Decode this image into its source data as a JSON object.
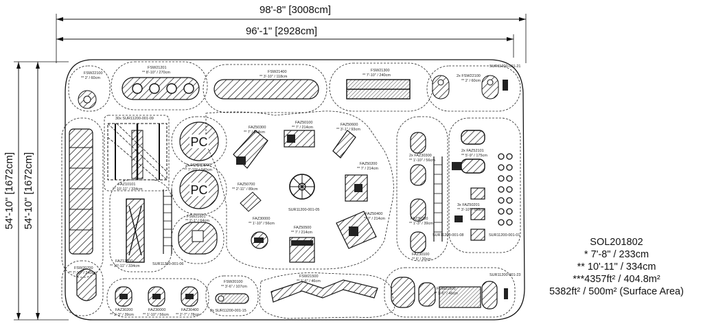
{
  "dimensions": {
    "overall_width": "98'-8\" [3008cm]",
    "inner_width": "96'-1\" [2928cm]",
    "outer_height": "54'-10\" [1672cm]",
    "inner_height": "54'-10\" [1672cm]"
  },
  "summary": {
    "code": "SOL201802",
    "line1": "* 7'-8\" / 233cm",
    "line2": "** 10'-11\" / 334cm",
    "line3": "***4357ft² / 404.8m²",
    "line4": "5382ft² / 500m² (Surface Area)"
  },
  "labels": {
    "fsw22100_tl": "FSW22100",
    "fsw22100_tl_dim": "** 2' / 60cm",
    "fsw21201": "FSW21201",
    "fsw21201_dim": "** 8'-10\" / 270cm",
    "fsw21400": "FSW21400",
    "fsw21400_dim": "** 3'-10\" / 118cm",
    "fsw21300": "FSW21300",
    "fsw21300_dim": "** 7'-10\" / 240cm",
    "fsw22100_tr": "2x FSW22100",
    "fsw22100_tr_dim": "** 2' / 60cm",
    "sur_tr": "SUR11200-001-21",
    "sur_09": "30x SUR11200-001-09",
    "faz50300": "FAZ50300",
    "faz50300_dim": "** 7' / 214cm",
    "faz50100": "FAZ50100",
    "faz50100_dim": "** 7' / 214cm",
    "faz50600": "FAZ50600",
    "faz50600_dim": "** 3'-1\" / 93cm",
    "fsy": "2x FSYR23900",
    "fsy_dim": "** 7'-10\" / 240cm",
    "faz10101": "FAZ10101",
    "faz10101_dim": "** 10'-11\" / 334cm",
    "faz50200": "FAZ50200",
    "faz50200_dim": "** 7' / 214cm",
    "faz30300": "2x FAZ30300",
    "faz30300_dim": "** 1'-10\" / 56cm",
    "faz52101": "2x FAZ52101",
    "faz52101_dim": "** 5'-9\" / 175cm",
    "faz50700": "FAZ50700",
    "faz50700_dim": "** 2'-11\" / 89cm",
    "sur_05": "SUR11200-001-05",
    "fsw21601": "FSW21601",
    "fsw21601_dim": "** 2'-1\" / 64cm",
    "faz30000": "FAZ30000",
    "faz30000_dim": "** 1'-10\" / 56cm",
    "faz50500": "FAZ50500",
    "faz50500_dim": "** 7' / 214cm",
    "faz50400": "FAZ50400",
    "faz50400_dim": "** 7' / 214cm",
    "faz30200_r": "FAZ30200",
    "faz30200_r_dim": "** 1'-3\" / 39cm",
    "faz50201": "3x FAZ50201",
    "faz50201_dim": "** 3'-10\" / 118cm",
    "sur_08": "SUR11200-001-08",
    "sur_01": "SUR11200-001-01",
    "faz12000": "FAZ12000",
    "faz12000_dim": "** 10'-11\" / 334cm",
    "sur_06": "SUR11200-001-06",
    "faz30100": "FAZ30100",
    "faz30100_dim": "** 6' / 20cm",
    "fsw20700": "FSW20700",
    "fsw20700_dim": "** 7'-10\" / 240cm",
    "fsw21500": "FSW21500",
    "fsw21500_dim": "** 1'-6\" / 46cm",
    "fsw20100": "FSW20100",
    "fsw20100_dim": "** 3'-6\" / 107cm",
    "sur_15": "2x SUR11200-001-15",
    "faz30200_b": "FAZ30200",
    "faz30200_b_dim": "** 1'-3\" / 39cm",
    "faz30000_b": "FAZ30000",
    "faz30000_b_dim": "** 1'-10\" / 56cm",
    "faz30400": "FAZ30400",
    "faz30400_dim": "** 2'-7\" / 78cm",
    "fsw_br": "FSW21500",
    "fsw_br_dim": "** 1'-6\" / 46cm",
    "sur_23": "SUR11200-001-23",
    "pc1": "PC",
    "pc2": "PC"
  }
}
